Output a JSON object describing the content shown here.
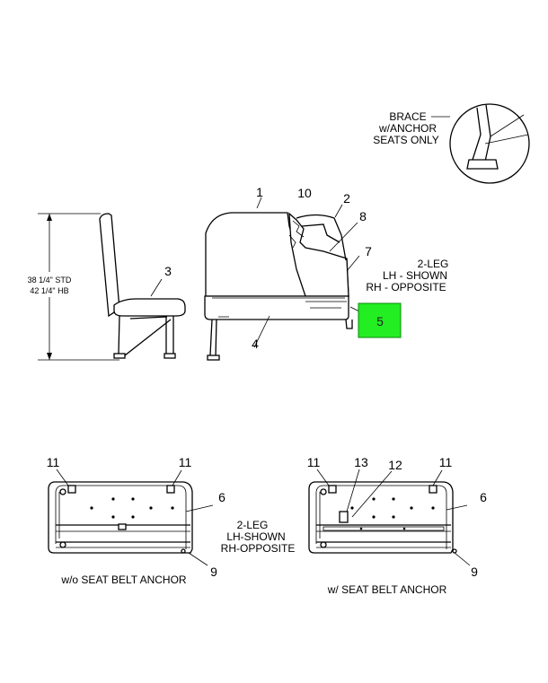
{
  "brace_note": [
    "BRACE",
    "w/ANCHOR",
    "SEATS ONLY"
  ],
  "height_note": [
    "38 1/4\" STD",
    "42 1/4\" HB"
  ],
  "side_note": [
    "2-LEG",
    "LH - SHOWN",
    "RH - OPPOSITE"
  ],
  "plan_note": [
    "2-LEG",
    "LH-SHOWN",
    "RH-OPPOSITE"
  ],
  "callouts": {
    "c1": "1",
    "c2": "2",
    "c3": "3",
    "c4": "4",
    "c5": "5",
    "c6a": "6",
    "c6b": "6",
    "c7": "7",
    "c8": "8",
    "c9a": "9",
    "c9b": "9",
    "c10": "10",
    "c11a": "11",
    "c11b": "11",
    "c11c": "11",
    "c11d": "11",
    "c12": "12",
    "c13": "13"
  },
  "captions": {
    "left": "w/o SEAT BELT ANCHOR",
    "right": "w/ SEAT BELT ANCHOR"
  },
  "colors": {
    "highlight": "#22ee22",
    "highlight_stroke": "#0a8a0a"
  }
}
